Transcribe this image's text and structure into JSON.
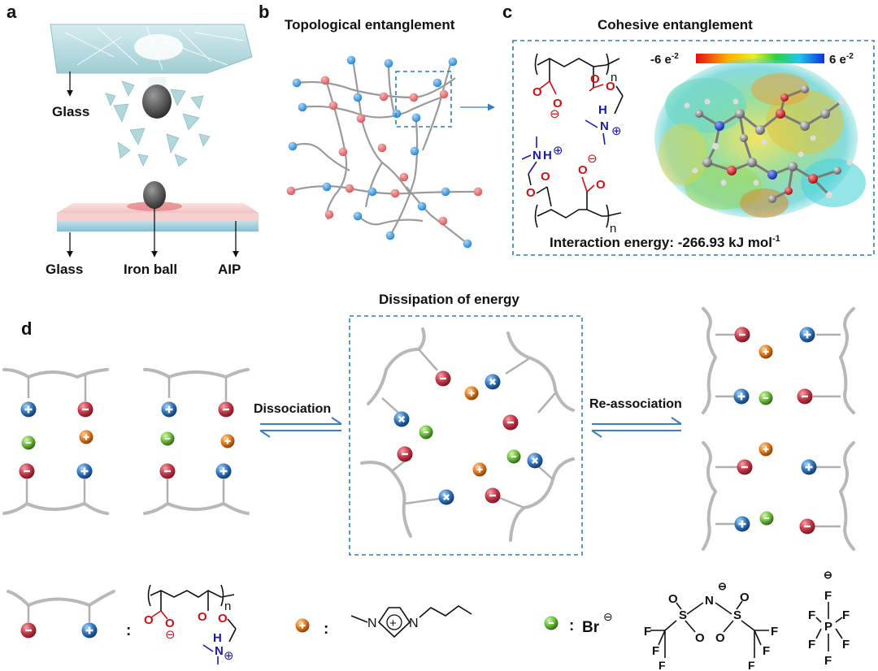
{
  "panels": {
    "a": "a",
    "b": "b",
    "c": "c",
    "d": "d"
  },
  "panel_a": {
    "label_glass_top": "Glass",
    "label_glass_bottom": "Glass",
    "label_iron_ball": "Iron ball",
    "label_aip": "AIP"
  },
  "panel_b": {
    "title": "Topological entanglement"
  },
  "panel_c": {
    "title": "Cohesive entanglement",
    "scale_min": "-6 e",
    "scale_min_sup": "-2",
    "scale_max": "6 e",
    "scale_max_sup": "-2",
    "interaction_energy": "Interaction energy:  -266.93 kJ mol",
    "interaction_energy_sup": "-1",
    "subscript_n": "n"
  },
  "panel_d": {
    "title": "Dissipation of energy",
    "dissociation": "Dissociation",
    "reassociation": "Re-association",
    "legend_colon": ":",
    "bromide": "Br",
    "legend_n": "n"
  },
  "colors": {
    "dashed_box": "#2a7fb8",
    "anion_red": "#c8384a",
    "cation_blue": "#2f78c4",
    "imidazolium_orange": "#e57a1c",
    "bromide_green": "#6cc13a",
    "network_red": "#e07a7a",
    "network_blue": "#3a95d8"
  },
  "symbols": {
    "plus": "+",
    "minus": "−",
    "circled_plus": "⊕",
    "circled_minus": "⊖"
  }
}
